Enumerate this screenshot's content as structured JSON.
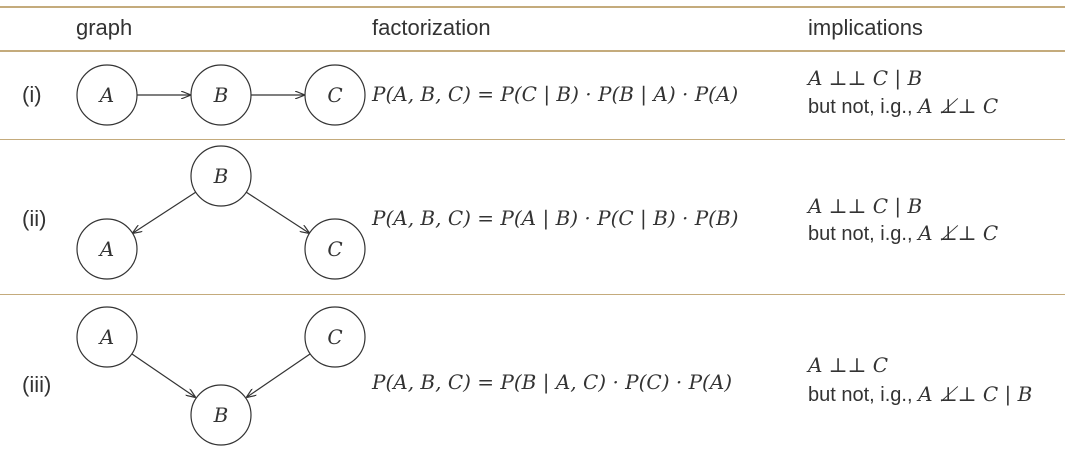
{
  "header": {
    "graph": "graph",
    "factorization": "factorization",
    "implications": "implications"
  },
  "rows": [
    {
      "label": "(i)",
      "nodes": [
        "A",
        "B",
        "C"
      ],
      "factorization": "P(A, B, C) = P(C | B) · P(B | A) · P(A)",
      "implication_1": "A ⊥⊥ C | B",
      "implication_2_text": "but not, i.g., ",
      "implication_2_math": "A ⊥̸⊥ C"
    },
    {
      "label": "(ii)",
      "nodes": [
        "B",
        "A",
        "C"
      ],
      "factorization": "P(A, B, C) = P(A | B) · P(C | B) · P(B)",
      "implication_1": "A ⊥⊥ C | B",
      "implication_2_text": "but not, i.g., ",
      "implication_2_math": "A ⊥̸⊥ C"
    },
    {
      "label": "(iii)",
      "nodes": [
        "A",
        "C",
        "B"
      ],
      "factorization": "P(A, B, C) = P(B | A, C) · P(C) · P(A)",
      "implication_1": "A ⊥⊥ C",
      "implication_2_text": "but not, i.g., ",
      "implication_2_math": "A ⊥̸⊥ C | B"
    }
  ],
  "colors": {
    "rule": "#c4ab7c",
    "ink": "#333333"
  }
}
